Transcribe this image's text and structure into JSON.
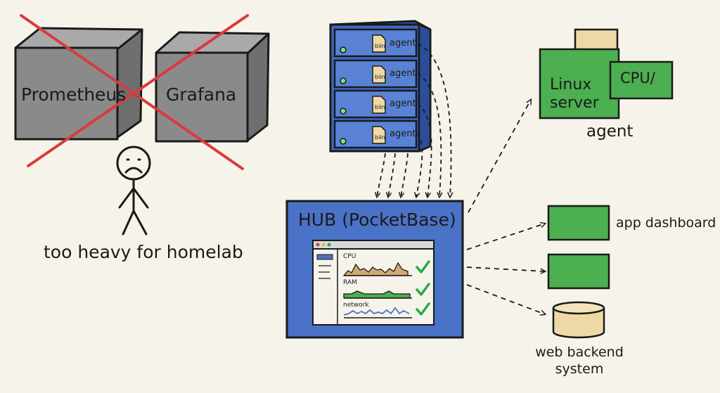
{
  "deprecated_tools": {
    "prometheus": "Prometheus",
    "grafana": "Grafana",
    "caption": "too heavy for homelab"
  },
  "server_rack": {
    "units": [
      {
        "file": "biin",
        "label": "agent"
      },
      {
        "file": "biin",
        "label": "agent"
      },
      {
        "file": "biin",
        "label": "agent"
      },
      {
        "file": "biin",
        "label": "agent"
      }
    ]
  },
  "hub": {
    "title": "HUB (PocketBase)",
    "metrics": [
      {
        "label": "CPU",
        "status": "ok"
      },
      {
        "label": "RAM",
        "status": "ok"
      },
      {
        "label": "network",
        "status": "ok"
      }
    ]
  },
  "linux_node": {
    "server_label": "Linux\nserver",
    "cpu_label": "CPU/",
    "caption": "agent"
  },
  "outputs": {
    "app_dashboard": "app dashboard",
    "web_backend": "web backend\nsystem"
  },
  "colors": {
    "background": "#f6f3ea",
    "cube": "#8a8a8a",
    "cross": "#d93b3b",
    "rack_blue": "#3d69c4",
    "hub_blue": "#4a72c7",
    "green": "#4caf50",
    "tan": "#eed9a6",
    "check": "#2ea84a"
  }
}
